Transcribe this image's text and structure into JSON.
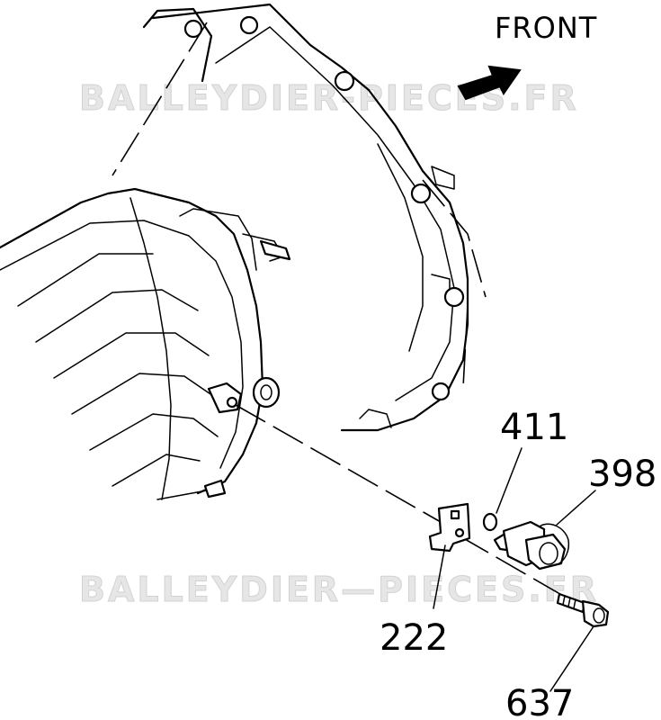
{
  "diagram": {
    "direction_label": "FRONT",
    "watermarks": [
      "BALLEYDIER-PIECES.FR",
      "BALLEYDIER—PIECES.FR"
    ],
    "callouts": [
      {
        "id": "411",
        "label": "411"
      },
      {
        "id": "398",
        "label": "398"
      },
      {
        "id": "222",
        "label": "222"
      },
      {
        "id": "637",
        "label": "637"
      }
    ],
    "colors": {
      "line": "#000000",
      "background": "#ffffff",
      "watermark": "#e0e0e0"
    }
  }
}
